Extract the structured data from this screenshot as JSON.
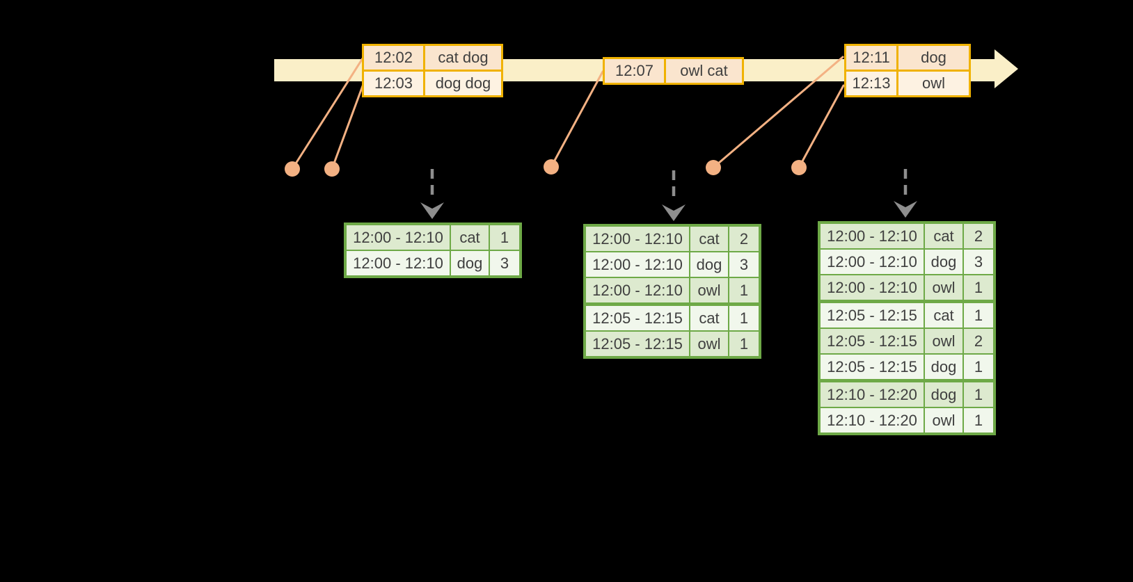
{
  "diagram": {
    "title": "windowed-grouped-aggregation-over-event-time",
    "colors": {
      "background": "#000000",
      "timeline_fill": "#FAEFC8",
      "event_table_border": "#F0B200",
      "event_row_dark": "#FAE5CE",
      "event_row_light": "#FDF2E2",
      "event_dot": "#F3B183",
      "result_table_border": "#6EA947",
      "result_row_dark": "#DDEACF",
      "result_row_light": "#F1F7EC",
      "trigger_arrow": "#8E8E8E",
      "text": "#3F3F3F"
    },
    "event_tables": [
      {
        "rows": [
          [
            "12:02",
            "cat dog"
          ],
          [
            "12:03",
            "dog dog"
          ]
        ]
      },
      {
        "rows": [
          [
            "12:07",
            "owl cat"
          ]
        ]
      },
      {
        "rows": [
          [
            "12:11",
            "dog"
          ],
          [
            "12:13",
            "owl"
          ]
        ]
      }
    ],
    "result_tables": [
      {
        "rows": [
          [
            "12:00 - 12:10",
            "cat",
            "1"
          ],
          [
            "12:00 - 12:10",
            "dog",
            "3"
          ]
        ]
      },
      {
        "rows": [
          [
            "12:00 - 12:10",
            "cat",
            "2"
          ],
          [
            "12:00 - 12:10",
            "dog",
            "3"
          ],
          [
            "12:00 - 12:10",
            "owl",
            "1"
          ],
          [
            "12:05 - 12:15",
            "cat",
            "1"
          ],
          [
            "12:05 - 12:15",
            "owl",
            "1"
          ]
        ]
      },
      {
        "rows": [
          [
            "12:00 - 12:10",
            "cat",
            "2"
          ],
          [
            "12:00 - 12:10",
            "dog",
            "3"
          ],
          [
            "12:00 - 12:10",
            "owl",
            "1"
          ],
          [
            "12:05 - 12:15",
            "cat",
            "1"
          ],
          [
            "12:05 - 12:15",
            "owl",
            "2"
          ],
          [
            "12:05 - 12:15",
            "dog",
            "1"
          ],
          [
            "12:10 - 12:20",
            "dog",
            "1"
          ],
          [
            "12:10 - 12:20",
            "owl",
            "1"
          ]
        ]
      }
    ]
  }
}
